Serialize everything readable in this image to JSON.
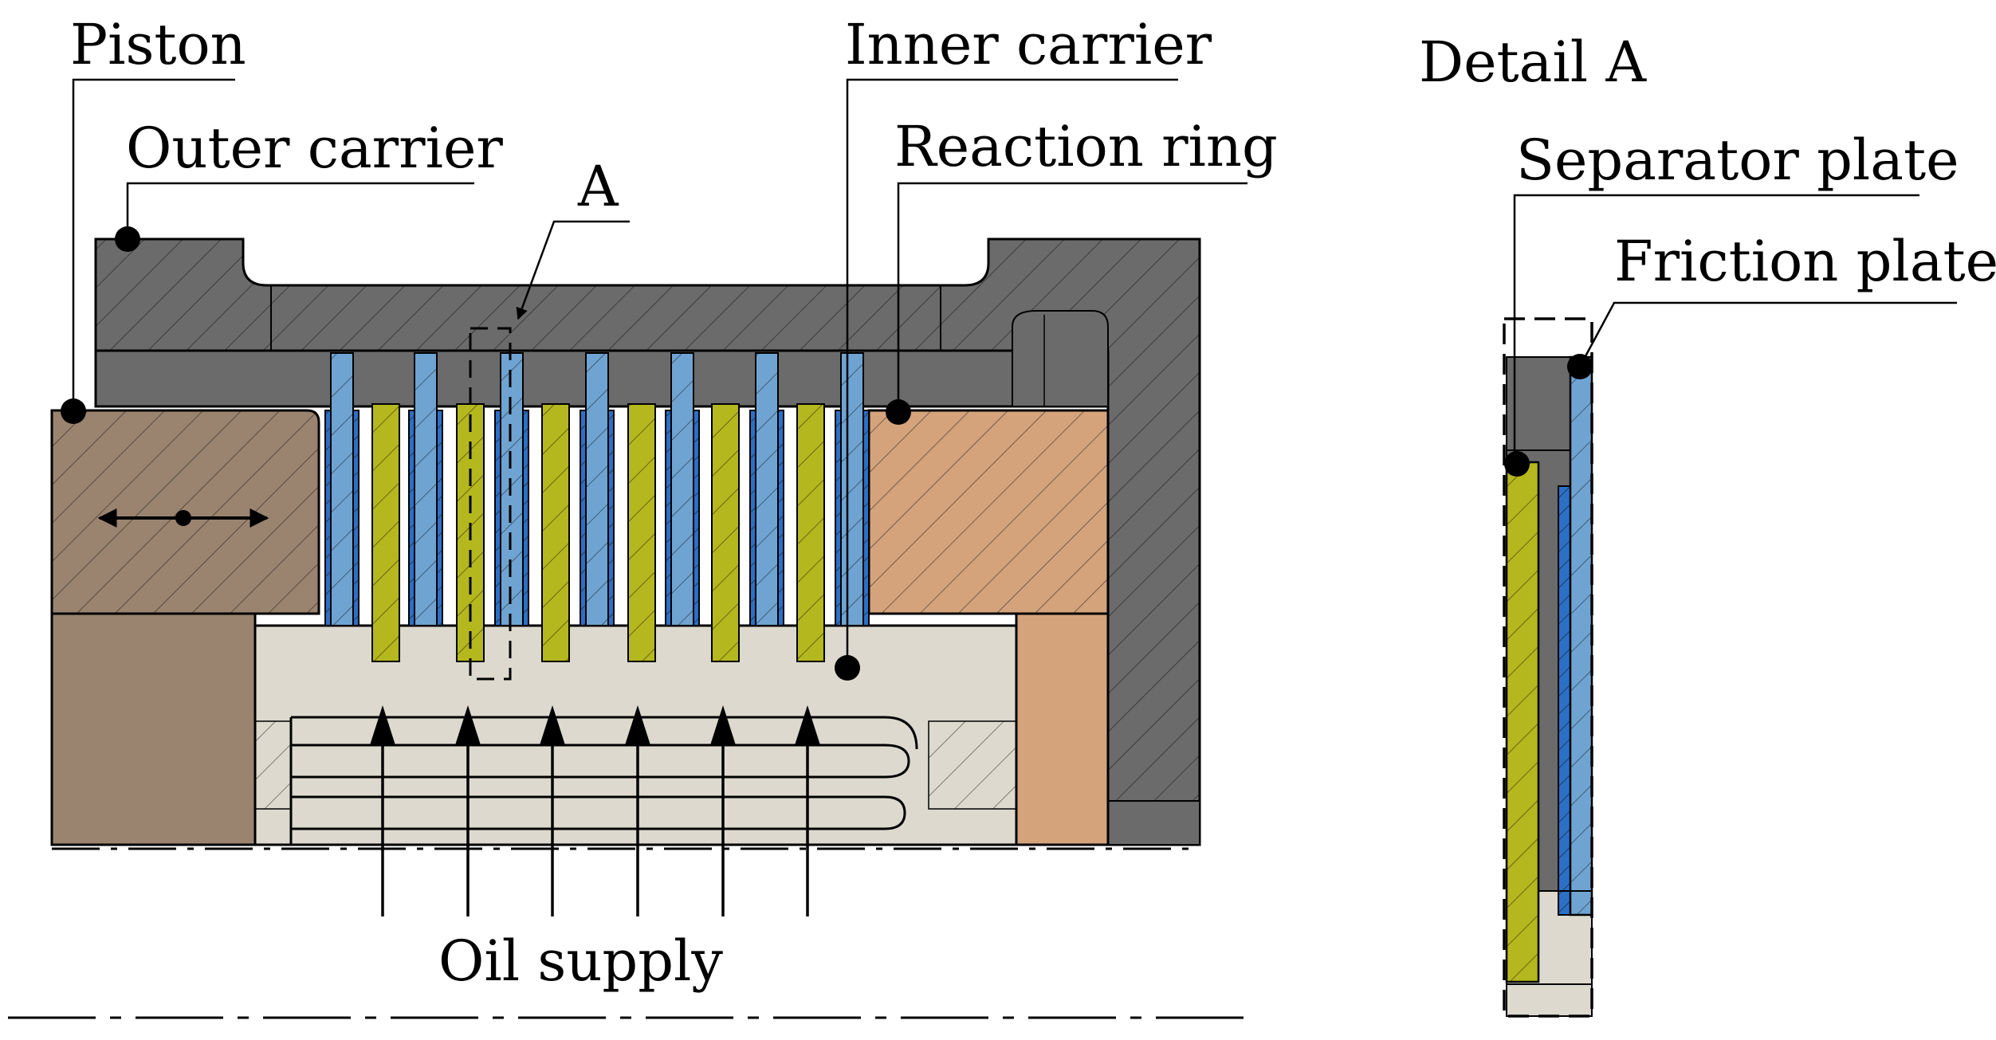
{
  "labels": {
    "piston": "Piston",
    "outer_carrier": "Outer carrier",
    "inner_carrier": "Inner carrier",
    "reaction_ring": "Reaction ring",
    "detail_marker": "A",
    "oil_supply": "Oil supply",
    "detail_title": "Detail A",
    "separator_plate": "Separator plate",
    "friction_plate": "Friction plate"
  },
  "colors": {
    "housing": "#6b6b6b",
    "piston": "#9a8470",
    "reaction_ring": "#d4a37c",
    "hub": "#ddd9ce",
    "friction_plate": "#6fa4d2",
    "separator_plate": "#b5b71e",
    "lining": "#2c70c6",
    "outline": "#000000"
  },
  "icons": {
    "motion": "double-arrow-icon",
    "oil_flow": "up-arrow-icon"
  }
}
